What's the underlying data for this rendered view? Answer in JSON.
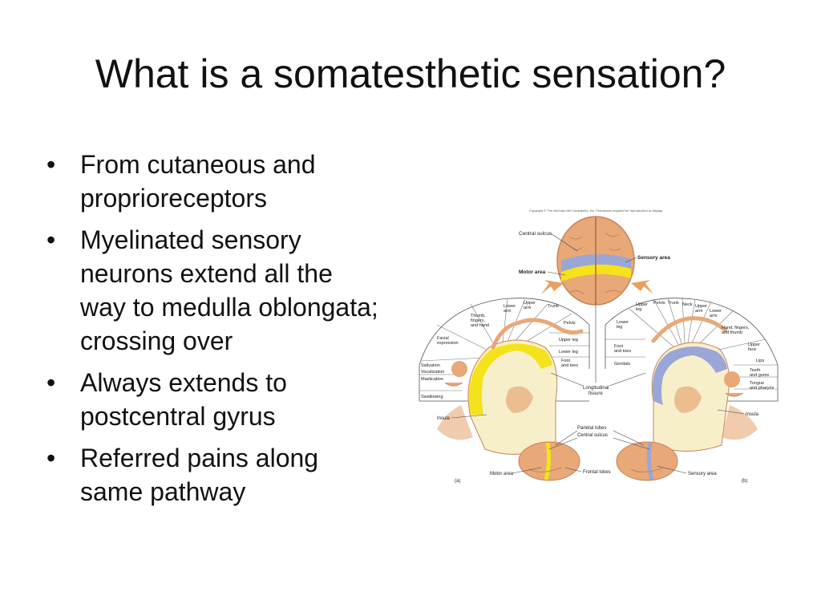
{
  "slide": {
    "title": "What is a somatesthetic sensation?",
    "bullets": [
      "From cutaneous and proprioreceptors",
      "Myelinated sensory neurons extend all the way to medulla oblongata; crossing over",
      "Always extends to postcentral gyrus",
      "Referred pains along same pathway"
    ],
    "bullet_glyph": "•"
  },
  "figure": {
    "copyright": "Copyright © The McGraw-Hill Companies, Inc. Permission required for reproduction or display.",
    "central_sulcus": "Central sulcus",
    "motor_area": "Motor area",
    "sensory_area": "Sensory area",
    "longitudinal_fissure_1": "Longitudinal",
    "longitudinal_fissure_2": "fissure",
    "insula": "Insula",
    "parietal_lobes": "Parietal lobes",
    "central_sulcus_small": "Central sulcus",
    "frontal_lobes": "Frontal lobes",
    "panel_a": "(a)",
    "panel_b": "(b)",
    "left_labels": {
      "thumb": [
        "Thumb,",
        "fingers,",
        "and hand"
      ],
      "lower_arm": [
        "Lower",
        "arm"
      ],
      "upper_arm": [
        "Upper",
        "arm"
      ],
      "trunk": "Trunk",
      "pelvis": "Pelvis",
      "upper_leg": "Upper leg",
      "lower_leg": "Lower leg",
      "foot": [
        "Foot",
        "and toes"
      ],
      "facial": [
        "Facial",
        "expression"
      ],
      "salivation": "Salivation",
      "vocalization": "Vocalization",
      "mastication": "Mastication",
      "swallowing": "Swallowing"
    },
    "right_labels": {
      "upper_leg": [
        "Upper",
        "leg"
      ],
      "pelvis": "Pelvis",
      "trunk": "Trunk",
      "neck": "Neck",
      "upper_arm": [
        "Upper",
        "arm"
      ],
      "lower_arm": [
        "Lower",
        "arm"
      ],
      "lower_leg": [
        "Lower",
        "leg"
      ],
      "hand": [
        "Hand, fingers,",
        "and thumb"
      ],
      "foot": [
        "Foot",
        "and toes"
      ],
      "upper_face": [
        "Upper",
        "face"
      ],
      "genitals": "Genitals",
      "lips": "Lips",
      "teeth": [
        "Teeth",
        "and gums"
      ],
      "tongue": [
        "Tongue",
        "and pharynx"
      ]
    },
    "colors": {
      "brain": "#e8a878",
      "brain_dark": "#c9825a",
      "motor": "#f4e21a",
      "sensory": "#9aa6d8",
      "white_matter": "#f6efc9",
      "arrow": "#e8a060"
    }
  }
}
